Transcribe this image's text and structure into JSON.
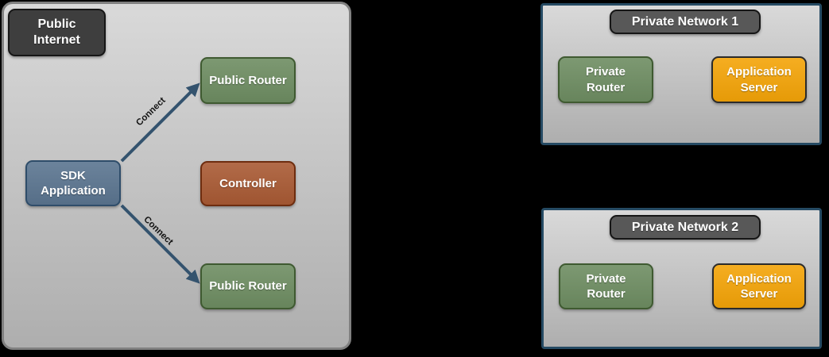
{
  "public_internet": {
    "title": "Public Internet",
    "nodes": {
      "sdk_application": "SDK Application",
      "public_router_top": "Public Router",
      "controller": "Controller",
      "public_router_bottom": "Public Router"
    },
    "connections": {
      "to_top_router": "Connect",
      "to_bottom_router": "Connect"
    }
  },
  "private_network_1": {
    "title": "Private Network 1",
    "nodes": {
      "private_router": "Private Router",
      "application_server": "Application Server"
    }
  },
  "private_network_2": {
    "title": "Private Network 2",
    "nodes": {
      "private_router": "Private Router",
      "application_server": "Application Server"
    }
  },
  "colors": {
    "page-bg": "#000000",
    "container-fill-top": "#d9d9d9",
    "container-fill-bottom": "#aeaeae",
    "internet-border": "#808080",
    "network-border": "#254a63",
    "badge-dark-fill": "#3e3e3e",
    "badge-light-fill": "#585858",
    "badge-border": "#161616",
    "green-fill": "#6e8d62",
    "green-border": "#3f5a31",
    "slate-fill": "#5b7590",
    "slate-border": "#2f4d6a",
    "rust-fill": "#a95a34",
    "rust-border": "#6e2d0f",
    "amber-fill": "#f4a408",
    "amber-border": "#2b2b2b",
    "arrow": "#34536e",
    "node-text": "#ffffff",
    "connect-text": "#141414"
  }
}
